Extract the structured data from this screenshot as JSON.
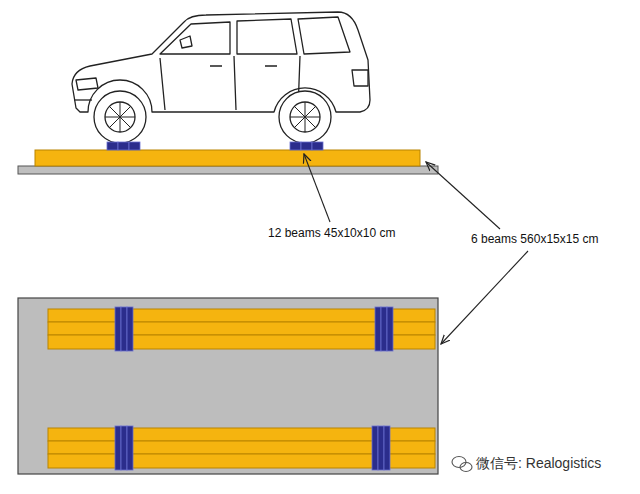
{
  "diagram": {
    "labels": [
      "12 beams 45x10x10 cm",
      "6 beams 560x15x15 cm",
      "微信号: Realogistics"
    ]
  }
}
